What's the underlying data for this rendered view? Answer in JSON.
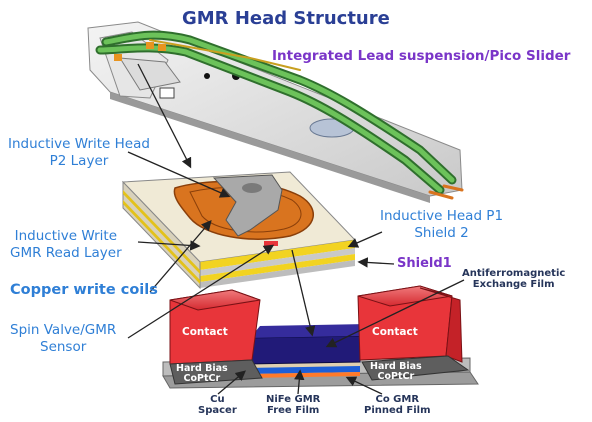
{
  "title": "GMR Head Structure",
  "subtitle": "Integrated Lead suspension/Pico Slider",
  "labels": {
    "write_head_p2": [
      "Inductive Write Head",
      "P2 Layer"
    ],
    "write_gmr_layer": [
      "Inductive Write",
      "GMR Read Layer"
    ],
    "copper_coils": "Copper write coils",
    "spin_valve": [
      "Spin Valve/GMR",
      "Sensor"
    ],
    "head_p1_shield2": [
      "Inductive Head P1",
      "Shield 2"
    ],
    "shield1": "Shield1",
    "afm_film": [
      "Antiferromagnetic",
      "Exchange Film"
    ],
    "cu_spacer": [
      "Cu",
      "Spacer"
    ],
    "nife_free": [
      "NiFe GMR",
      "Free Film"
    ],
    "co_pinned": [
      "Co GMR",
      "Pinned Film"
    ],
    "contact_left": "Contact",
    "contact_right": "Contact",
    "bias_left": [
      "Hard Bias",
      "CoPtCr"
    ],
    "bias_right": [
      "Hard Bias",
      "CoPtCr"
    ]
  },
  "colors": {
    "title": "#2a3f95",
    "accent_purple": "#7a35c8",
    "label_blue": "#2f7fd6",
    "contact_red": "#e8353a",
    "sensor_navy": "#211a78",
    "copper": "#d9741f",
    "flex_green": "#3c8a3a",
    "layer_yellow": "#f2d321"
  }
}
